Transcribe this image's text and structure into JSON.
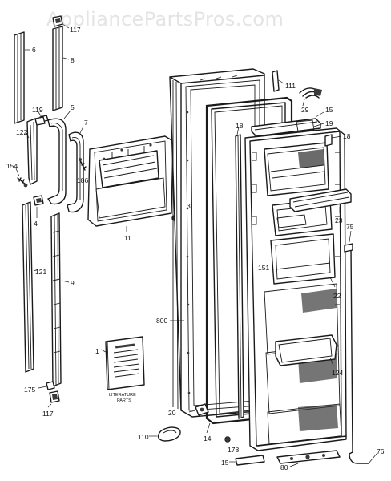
{
  "watermark": "AppliancePartsPros.com",
  "literature": {
    "line1": "LITERATURE",
    "line2": "PARTS"
  },
  "labels": {
    "l6": "6",
    "l117a": "117",
    "l8": "8",
    "l119": "119",
    "l5": "5",
    "l7": "7",
    "l122": "122",
    "l154": "154",
    "l186": "186",
    "l4": "4",
    "l11": "11",
    "l121": "121",
    "l9": "9",
    "l3": "3",
    "l1": "1",
    "l175": "175",
    "l117b": "117",
    "l800": "800",
    "l111": "111",
    "l29": "29",
    "l15a": "15",
    "l19": "19",
    "l18a": "18",
    "l18b": "18",
    "l23": "23",
    "l75": "75",
    "l151": "151",
    "l22": "22",
    "l124": "124",
    "l20": "20",
    "l110": "110",
    "l14": "14",
    "l178": "178",
    "l15b": "15",
    "l80": "80",
    "l76": "76"
  }
}
